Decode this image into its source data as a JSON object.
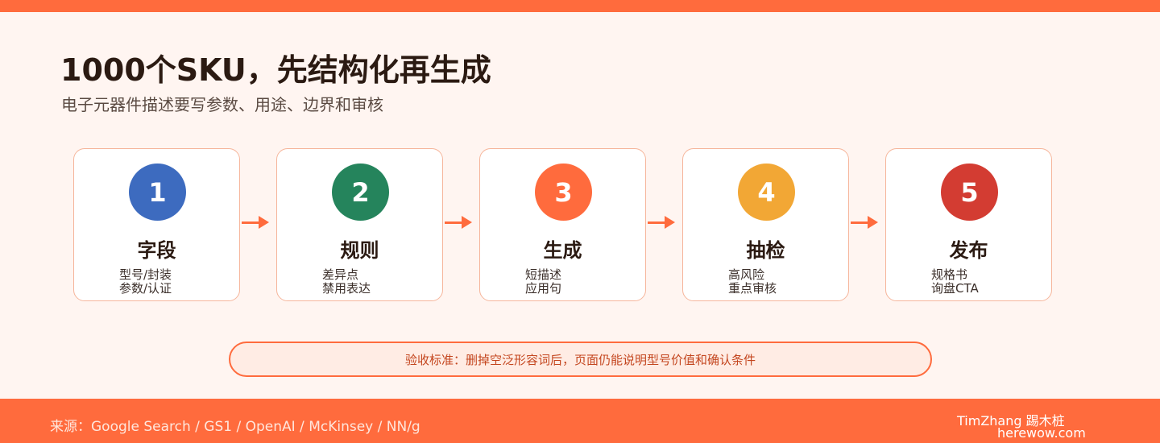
{
  "header": {
    "title": "1000个SKU，先结构化再生成",
    "subtitle": "电子元器件描述要写参数、用途、边界和审核"
  },
  "steps": [
    {
      "number": "1",
      "title": "字段",
      "desc_line1": "型号/封装",
      "desc_line2": "参数/认证",
      "color": "#3d6bbf"
    },
    {
      "number": "2",
      "title": "规则",
      "desc_line1": "差异点",
      "desc_line2": "禁用表达",
      "color": "#25845c"
    },
    {
      "number": "3",
      "title": "生成",
      "desc_line1": "短描述",
      "desc_line2": "应用句",
      "color": "#ff6b3d"
    },
    {
      "number": "4",
      "title": "抽检",
      "desc_line1": "高风险",
      "desc_line2": "重点审核",
      "color": "#f2a735"
    },
    {
      "number": "5",
      "title": "发布",
      "desc_line1": "规格书",
      "desc_line2": "询盘CTA",
      "color": "#d33c32"
    }
  ],
  "acceptance": {
    "text": "验收标准：删掉空泛形容词后，页面仍能说明型号价值和确认条件"
  },
  "footer": {
    "source": "来源：Google Search / GS1 / OpenAI / McKinsey / NN/g",
    "brand": "TimZhang 踢木桩",
    "site": "herewow.com"
  },
  "colors": {
    "accent": "#ff6b3d",
    "background": "#fff5f1",
    "card_border": "#f6b59b"
  }
}
